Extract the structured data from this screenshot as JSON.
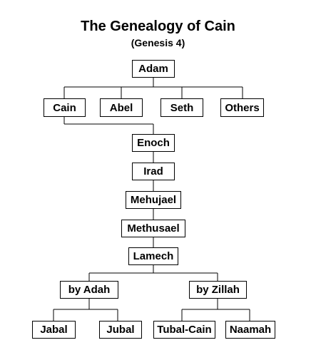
{
  "title": "The Genealogy of Cain",
  "subtitle": "(Genesis 4)",
  "nodes": {
    "adam": "Adam",
    "cain": "Cain",
    "abel": "Abel",
    "seth": "Seth",
    "others": "Others",
    "enoch": "Enoch",
    "irad": "Irad",
    "mehujael": "Mehujael",
    "methusael": "Methusael",
    "lamech": "Lamech",
    "by_adah": "by Adah",
    "by_zillah": "by Zillah",
    "jabal": "Jabal",
    "jubal": "Jubal",
    "tubal_cain": "Tubal-Cain",
    "naamah": "Naamah"
  }
}
